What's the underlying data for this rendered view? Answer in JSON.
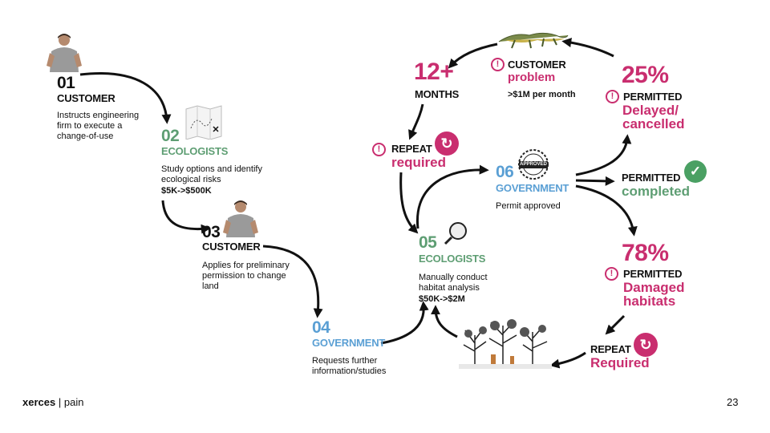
{
  "footer": {
    "brand": "xerces",
    "separator": "|",
    "section": "pain",
    "page_number": "23"
  },
  "steps": {
    "s01": {
      "num": "01",
      "role": "CUSTOMER",
      "desc": "Instructs engineering firm to execute a change-of-use"
    },
    "s02": {
      "num": "02",
      "role": "ECOLOGISTS",
      "desc": "Study options and identify ecological risks",
      "cost": "$5K->$500K"
    },
    "s03": {
      "num": "03",
      "role": "CUSTOMER",
      "desc": "Applies for preliminary permission to change land"
    },
    "s04": {
      "num": "04",
      "role": "GOVERNMENT",
      "desc": "Requests further information/studies"
    },
    "s05": {
      "num": "05",
      "role": "ECOLOGISTS",
      "desc": "Manually conduct habitat analysis",
      "cost": "$50K->$2M"
    },
    "s06": {
      "num": "06",
      "role": "GOVERNMENT",
      "desc": "Permit approved"
    }
  },
  "cycle": {
    "months": {
      "value": "12+",
      "label": "MONTHS"
    },
    "customer_problem": {
      "label": "CUSTOMER",
      "sub": "problem",
      "detail": ">$1M per month"
    },
    "repeat_top": {
      "label": "REPEAT",
      "sub": "required"
    },
    "delayed": {
      "value": "25%",
      "label": "PERMITTED",
      "sub1": "Delayed/",
      "sub2": "cancelled"
    },
    "completed": {
      "label": "PERMITTED",
      "sub": "completed"
    },
    "damaged": {
      "value": "78%",
      "label": "PERMITTED",
      "sub1": "Damaged",
      "sub2": "habitats"
    },
    "repeat_bottom": {
      "label": "REPEAT",
      "sub": "Required"
    }
  },
  "badges": {
    "approved_stamp": "APPROVED",
    "warning_glyph": "!",
    "check_glyph": "✓",
    "refresh_glyph": "↻"
  },
  "colors": {
    "green": "#5e9e73",
    "blue": "#5a9fd4",
    "pink": "#c92e6f",
    "check_green": "#4aa063"
  }
}
